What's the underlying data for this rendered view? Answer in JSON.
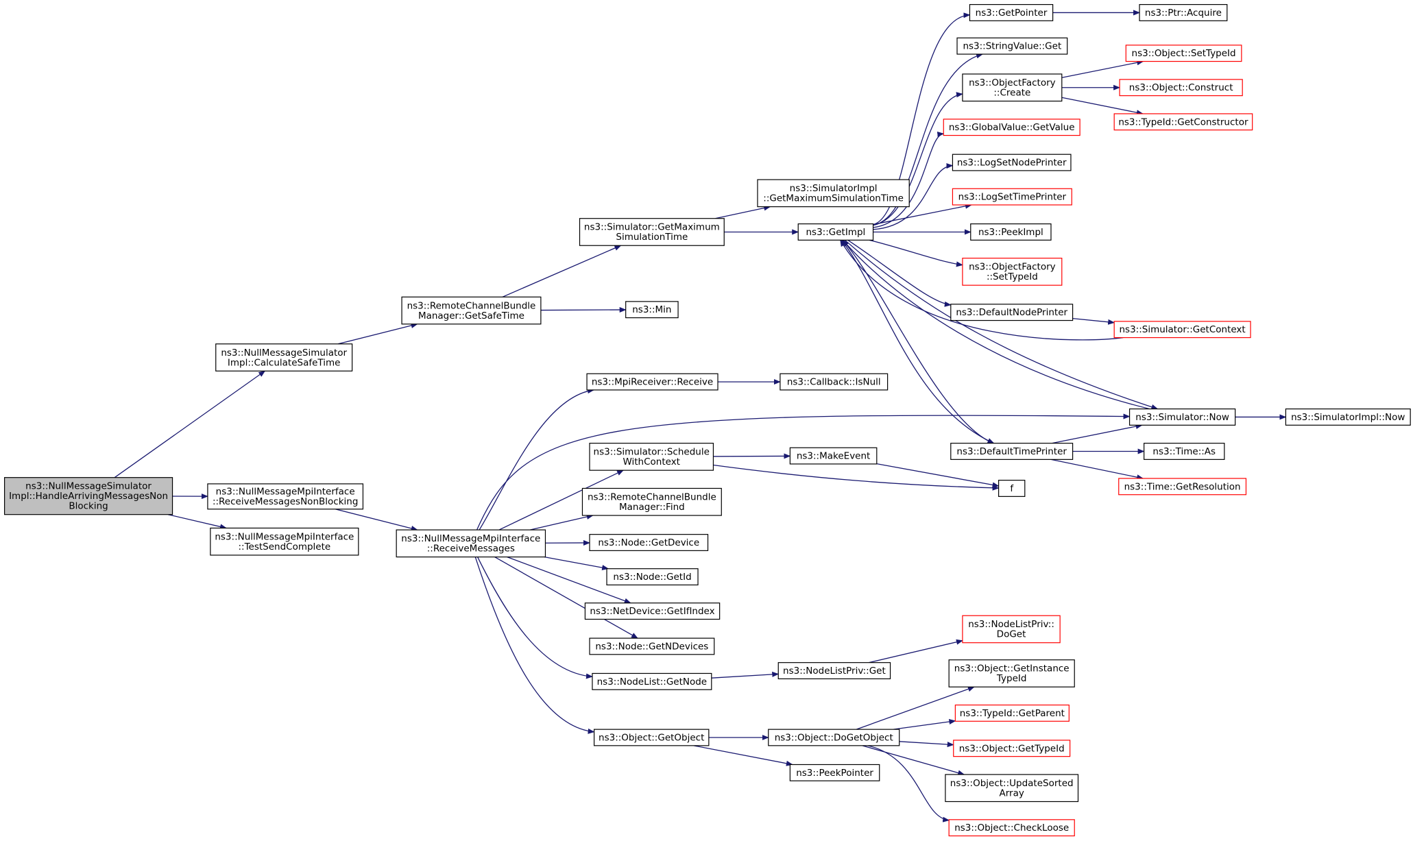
{
  "graph": {
    "colors": {
      "edge": "#191970",
      "border_normal": "#000000",
      "border_truncated": "#ff0000",
      "fill_root": "#bfbfbf",
      "fill_normal": "#ffffff"
    },
    "nodes": [
      {
        "id": "root",
        "lines": [
          "ns3::NullMessageSimulator",
          "Impl::HandleArrivingMessagesNon",
          "Blocking"
        ],
        "kind": "root"
      },
      {
        "id": "calcSafe",
        "lines": [
          "ns3::NullMessageSimulator",
          "Impl::CalculateSafeTime"
        ],
        "kind": "normal"
      },
      {
        "id": "recvNB",
        "lines": [
          "ns3::NullMessageMpiInterface",
          "::ReceiveMessagesNonBlocking"
        ],
        "kind": "normal"
      },
      {
        "id": "testSend",
        "lines": [
          "ns3::NullMessageMpiInterface",
          "::TestSendComplete"
        ],
        "kind": "normal"
      },
      {
        "id": "getSafeTime",
        "lines": [
          "ns3::RemoteChannelBundle",
          "Manager::GetSafeTime"
        ],
        "kind": "normal"
      },
      {
        "id": "recvMsgs",
        "lines": [
          "ns3::NullMessageMpiInterface",
          "::ReceiveMessages"
        ],
        "kind": "normal"
      },
      {
        "id": "simGetMax",
        "lines": [
          "ns3::Simulator::GetMaximum",
          "SimulationTime"
        ],
        "kind": "normal"
      },
      {
        "id": "min",
        "lines": [
          "ns3::Min"
        ],
        "kind": "normal"
      },
      {
        "id": "mpiRecv",
        "lines": [
          "ns3::MpiReceiver::Receive"
        ],
        "kind": "normal"
      },
      {
        "id": "schedCtx",
        "lines": [
          "ns3::Simulator::Schedule",
          "WithContext"
        ],
        "kind": "normal"
      },
      {
        "id": "bundleFind",
        "lines": [
          "ns3::RemoteChannelBundle",
          "Manager::Find"
        ],
        "kind": "normal"
      },
      {
        "id": "getDevice",
        "lines": [
          "ns3::Node::GetDevice"
        ],
        "kind": "normal"
      },
      {
        "id": "getId",
        "lines": [
          "ns3::Node::GetId"
        ],
        "kind": "normal"
      },
      {
        "id": "getIfIndex",
        "lines": [
          "ns3::NetDevice::GetIfIndex"
        ],
        "kind": "normal"
      },
      {
        "id": "getNDevices",
        "lines": [
          "ns3::Node::GetNDevices"
        ],
        "kind": "normal"
      },
      {
        "id": "nlGetNode",
        "lines": [
          "ns3::NodeList::GetNode"
        ],
        "kind": "normal"
      },
      {
        "id": "objGetObject",
        "lines": [
          "ns3::Object::GetObject"
        ],
        "kind": "normal"
      },
      {
        "id": "simImplGetMax",
        "lines": [
          "ns3::SimulatorImpl",
          "::GetMaximumSimulationTime"
        ],
        "kind": "normal"
      },
      {
        "id": "getImpl",
        "lines": [
          "ns3::GetImpl"
        ],
        "kind": "normal"
      },
      {
        "id": "cbIsNull",
        "lines": [
          "ns3::Callback::IsNull"
        ],
        "kind": "normal"
      },
      {
        "id": "makeEvent",
        "lines": [
          "ns3::MakeEvent"
        ],
        "kind": "normal"
      },
      {
        "id": "nlpGet",
        "lines": [
          "ns3::NodeListPriv::Get"
        ],
        "kind": "normal"
      },
      {
        "id": "doGetObject",
        "lines": [
          "ns3::Object::DoGetObject"
        ],
        "kind": "normal"
      },
      {
        "id": "peekPointer",
        "lines": [
          "ns3::PeekPointer"
        ],
        "kind": "normal"
      },
      {
        "id": "getPointer",
        "lines": [
          "ns3::GetPointer"
        ],
        "kind": "normal"
      },
      {
        "id": "strValGet",
        "lines": [
          "ns3::StringValue::Get"
        ],
        "kind": "normal"
      },
      {
        "id": "ofCreate",
        "lines": [
          "ns3::ObjectFactory",
          "::Create"
        ],
        "kind": "normal"
      },
      {
        "id": "gvGetValue",
        "lines": [
          "ns3::GlobalValue::GetValue"
        ],
        "kind": "truncated"
      },
      {
        "id": "logNodePrinter",
        "lines": [
          "ns3::LogSetNodePrinter"
        ],
        "kind": "normal"
      },
      {
        "id": "logTimePrinter",
        "lines": [
          "ns3::LogSetTimePrinter"
        ],
        "kind": "truncated"
      },
      {
        "id": "peekImpl",
        "lines": [
          "ns3::PeekImpl"
        ],
        "kind": "normal"
      },
      {
        "id": "ofSetTypeId",
        "lines": [
          "ns3::ObjectFactory",
          "::SetTypeId"
        ],
        "kind": "truncated"
      },
      {
        "id": "defNodePrinter",
        "lines": [
          "ns3::DefaultNodePrinter"
        ],
        "kind": "normal"
      },
      {
        "id": "defTimePrinter",
        "lines": [
          "ns3::DefaultTimePrinter"
        ],
        "kind": "normal"
      },
      {
        "id": "f",
        "lines": [
          "f"
        ],
        "kind": "normal"
      },
      {
        "id": "nlpDoGet",
        "lines": [
          "ns3::NodeListPriv::",
          "DoGet"
        ],
        "kind": "truncated"
      },
      {
        "id": "getInstTypeId",
        "lines": [
          "ns3::Object::GetInstance",
          "TypeId"
        ],
        "kind": "normal"
      },
      {
        "id": "tidGetParent",
        "lines": [
          "ns3::TypeId::GetParent"
        ],
        "kind": "truncated"
      },
      {
        "id": "objGetTypeId",
        "lines": [
          "ns3::Object::GetTypeId"
        ],
        "kind": "truncated"
      },
      {
        "id": "updSorted",
        "lines": [
          "ns3::Object::UpdateSorted",
          "Array"
        ],
        "kind": "normal"
      },
      {
        "id": "checkLoose",
        "lines": [
          "ns3::Object::CheckLoose"
        ],
        "kind": "truncated"
      },
      {
        "id": "ptrAcquire",
        "lines": [
          "ns3::Ptr::Acquire"
        ],
        "kind": "normal"
      },
      {
        "id": "objSetTypeId",
        "lines": [
          "ns3::Object::SetTypeId"
        ],
        "kind": "truncated"
      },
      {
        "id": "objConstruct",
        "lines": [
          "ns3::Object::Construct"
        ],
        "kind": "truncated"
      },
      {
        "id": "tidGetCtor",
        "lines": [
          "ns3::TypeId::GetConstructor"
        ],
        "kind": "truncated"
      },
      {
        "id": "simGetContext",
        "lines": [
          "ns3::Simulator::GetContext"
        ],
        "kind": "truncated"
      },
      {
        "id": "simNow",
        "lines": [
          "ns3::Simulator::Now"
        ],
        "kind": "normal"
      },
      {
        "id": "timeAs",
        "lines": [
          "ns3::Time::As"
        ],
        "kind": "normal"
      },
      {
        "id": "timeGetRes",
        "lines": [
          "ns3::Time::GetResolution"
        ],
        "kind": "truncated"
      },
      {
        "id": "simImplNow",
        "lines": [
          "ns3::SimulatorImpl::Now"
        ],
        "kind": "normal"
      }
    ],
    "edges": [
      {
        "from": "root",
        "to": "calcSafe"
      },
      {
        "from": "root",
        "to": "recvNB"
      },
      {
        "from": "root",
        "to": "testSend"
      },
      {
        "from": "calcSafe",
        "to": "getSafeTime"
      },
      {
        "from": "recvNB",
        "to": "recvMsgs"
      },
      {
        "from": "getSafeTime",
        "to": "simGetMax"
      },
      {
        "from": "getSafeTime",
        "to": "min"
      },
      {
        "from": "simGetMax",
        "to": "simImplGetMax"
      },
      {
        "from": "simGetMax",
        "to": "getImpl"
      },
      {
        "from": "recvMsgs",
        "to": "mpiRecv"
      },
      {
        "from": "recvMsgs",
        "to": "simNow"
      },
      {
        "from": "recvMsgs",
        "to": "schedCtx"
      },
      {
        "from": "recvMsgs",
        "to": "bundleFind"
      },
      {
        "from": "recvMsgs",
        "to": "getDevice"
      },
      {
        "from": "recvMsgs",
        "to": "getId"
      },
      {
        "from": "recvMsgs",
        "to": "getIfIndex"
      },
      {
        "from": "recvMsgs",
        "to": "getNDevices"
      },
      {
        "from": "recvMsgs",
        "to": "nlGetNode"
      },
      {
        "from": "recvMsgs",
        "to": "objGetObject"
      },
      {
        "from": "mpiRecv",
        "to": "cbIsNull"
      },
      {
        "from": "schedCtx",
        "to": "makeEvent"
      },
      {
        "from": "schedCtx",
        "to": "f"
      },
      {
        "from": "makeEvent",
        "to": "f"
      },
      {
        "from": "nlGetNode",
        "to": "nlpGet"
      },
      {
        "from": "nlpGet",
        "to": "nlpDoGet"
      },
      {
        "from": "objGetObject",
        "to": "doGetObject"
      },
      {
        "from": "objGetObject",
        "to": "peekPointer"
      },
      {
        "from": "doGetObject",
        "to": "getInstTypeId"
      },
      {
        "from": "doGetObject",
        "to": "tidGetParent"
      },
      {
        "from": "doGetObject",
        "to": "objGetTypeId"
      },
      {
        "from": "doGetObject",
        "to": "updSorted"
      },
      {
        "from": "doGetObject",
        "to": "checkLoose"
      },
      {
        "from": "getImpl",
        "to": "getPointer"
      },
      {
        "from": "getImpl",
        "to": "strValGet"
      },
      {
        "from": "getImpl",
        "to": "ofCreate"
      },
      {
        "from": "getImpl",
        "to": "gvGetValue"
      },
      {
        "from": "getImpl",
        "to": "logNodePrinter"
      },
      {
        "from": "getImpl",
        "to": "logTimePrinter"
      },
      {
        "from": "getImpl",
        "to": "peekImpl"
      },
      {
        "from": "getImpl",
        "to": "ofSetTypeId"
      },
      {
        "from": "getImpl",
        "to": "defNodePrinter"
      },
      {
        "from": "getImpl",
        "to": "simNow"
      },
      {
        "from": "getImpl",
        "to": "defTimePrinter"
      },
      {
        "from": "getPointer",
        "to": "ptrAcquire"
      },
      {
        "from": "ofCreate",
        "to": "objSetTypeId"
      },
      {
        "from": "ofCreate",
        "to": "objConstruct"
      },
      {
        "from": "ofCreate",
        "to": "tidGetCtor"
      },
      {
        "from": "defNodePrinter",
        "to": "simGetContext"
      },
      {
        "from": "simGetContext",
        "to": "getImpl"
      },
      {
        "from": "defTimePrinter",
        "to": "simNow"
      },
      {
        "from": "defTimePrinter",
        "to": "timeAs"
      },
      {
        "from": "defTimePrinter",
        "to": "timeGetRes"
      },
      {
        "from": "defTimePrinter",
        "to": "getImpl"
      },
      {
        "from": "simNow",
        "to": "simImplNow"
      },
      {
        "from": "simNow",
        "to": "getImpl"
      }
    ]
  }
}
